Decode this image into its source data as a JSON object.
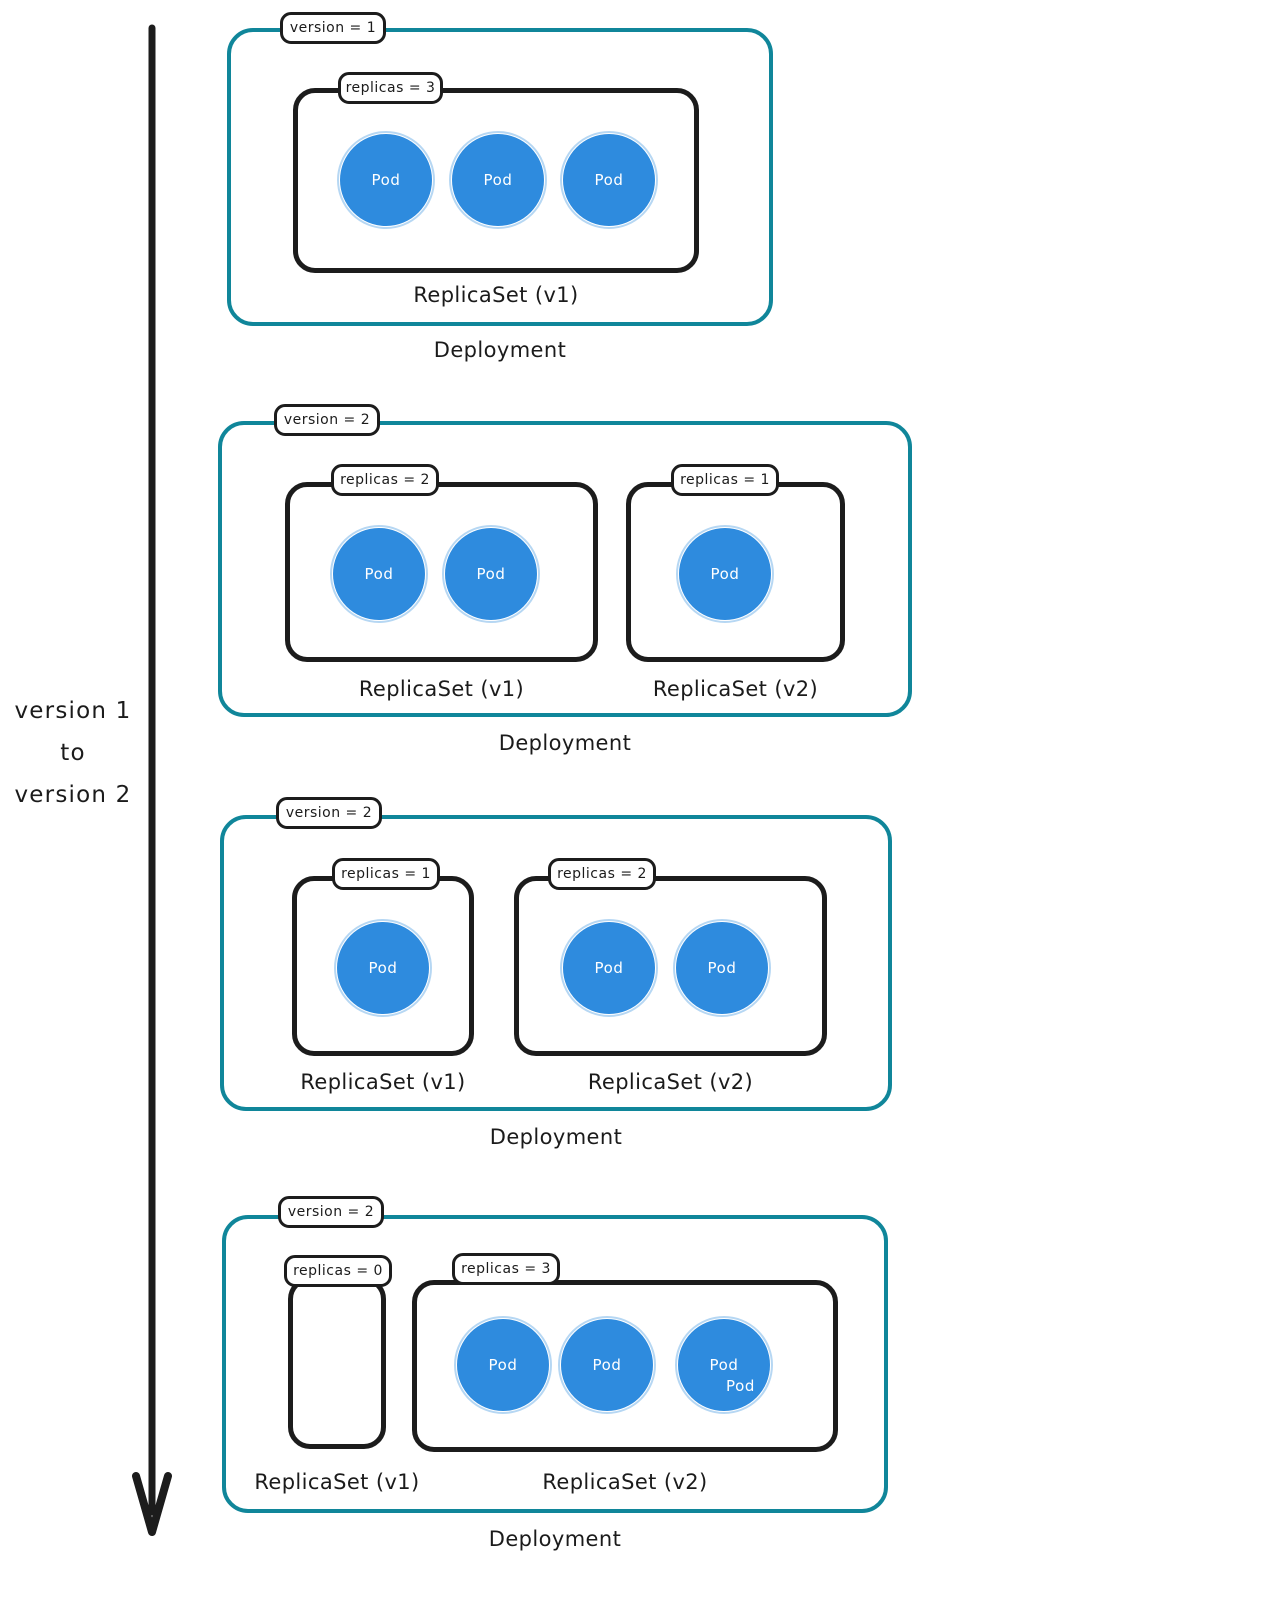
{
  "diagram": {
    "title": "Kubernetes Deployment rolling update from version 1 to version 2",
    "colors": {
      "deployment_border": "#10869a",
      "replicaset_border": "#1c1c1c",
      "pod_fill": "#2e8bde",
      "text": "#1b1b1b",
      "background": "#ffffff"
    }
  },
  "timeline": {
    "caption_lines": [
      "version 1",
      "to",
      "version 2"
    ],
    "arrow_direction": "down"
  },
  "labels": {
    "deployment": "Deployment",
    "pod": "Pod"
  },
  "stages": [
    {
      "id": "stage-1",
      "version_tag": "version = 1",
      "deployment_label": "Deployment",
      "replicasets": [
        {
          "id": "rs-v1",
          "name": "ReplicaSet (v1)",
          "replicas_tag": "replicas = 3",
          "replicas": 3,
          "pods": [
            "Pod",
            "Pod",
            "Pod"
          ]
        }
      ]
    },
    {
      "id": "stage-2",
      "version_tag": "version = 2",
      "deployment_label": "Deployment",
      "replicasets": [
        {
          "id": "rs-v1",
          "name": "ReplicaSet (v1)",
          "replicas_tag": "replicas = 2",
          "replicas": 2,
          "pods": [
            "Pod",
            "Pod"
          ]
        },
        {
          "id": "rs-v2",
          "name": "ReplicaSet (v2)",
          "replicas_tag": "replicas = 1",
          "replicas": 1,
          "pods": [
            "Pod"
          ]
        }
      ]
    },
    {
      "id": "stage-3",
      "version_tag": "version = 2",
      "deployment_label": "Deployment",
      "replicasets": [
        {
          "id": "rs-v1",
          "name": "ReplicaSet (v1)",
          "replicas_tag": "replicas = 1",
          "replicas": 1,
          "pods": [
            "Pod"
          ]
        },
        {
          "id": "rs-v2",
          "name": "ReplicaSet (v2)",
          "replicas_tag": "replicas = 2",
          "replicas": 2,
          "pods": [
            "Pod",
            "Pod"
          ]
        }
      ]
    },
    {
      "id": "stage-4",
      "version_tag": "version = 2",
      "deployment_label": "Deployment",
      "replicasets": [
        {
          "id": "rs-v1",
          "name": "ReplicaSet (v1)",
          "replicas_tag": "replicas = 0",
          "replicas": 0,
          "pods": []
        },
        {
          "id": "rs-v2",
          "name": "ReplicaSet (v2)",
          "replicas_tag": "replicas = 3",
          "replicas": 3,
          "pods": [
            "Pod",
            "Pod",
            "Pod"
          ],
          "extra_pod_label": "Pod"
        }
      ]
    }
  ]
}
